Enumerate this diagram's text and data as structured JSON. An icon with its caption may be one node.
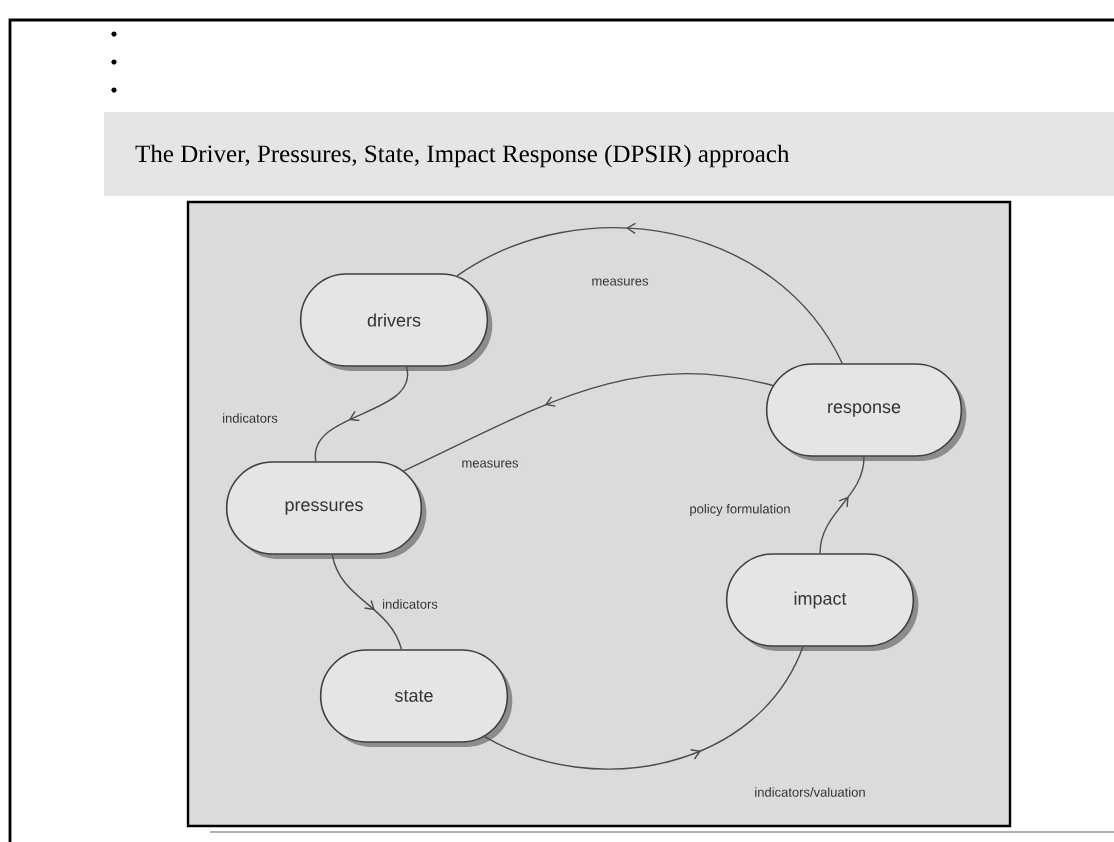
{
  "diagram": {
    "title": "The Driver, Pressures, State, Impact Response (DPSIR) approach",
    "nodes": [
      {
        "text": [
          "drivers"
        ]
      },
      {
        "text": [
          "pressures"
        ]
      },
      {
        "text": [
          "state"
        ]
      },
      {
        "text": [
          "response"
        ]
      },
      {
        "text": [
          "impact"
        ]
      }
    ],
    "edges": [
      {
        "from": 0,
        "to": 1,
        "arrow": "to",
        "label": "indicators"
      },
      {
        "from": 1,
        "to": 2,
        "arrow": "to",
        "label": "indicators"
      },
      {
        "from": 2,
        "to": 4,
        "arrow": "to",
        "label": "indicators/valuation"
      },
      {
        "from": 4,
        "to": 3,
        "arrow": "to",
        "label": "policy formulation"
      },
      {
        "from": 3,
        "to": 0,
        "arrow": "to",
        "label": "measures"
      },
      {
        "from": 3,
        "to": 1,
        "arrow": "to",
        "label": "measures"
      }
    ]
  }
}
